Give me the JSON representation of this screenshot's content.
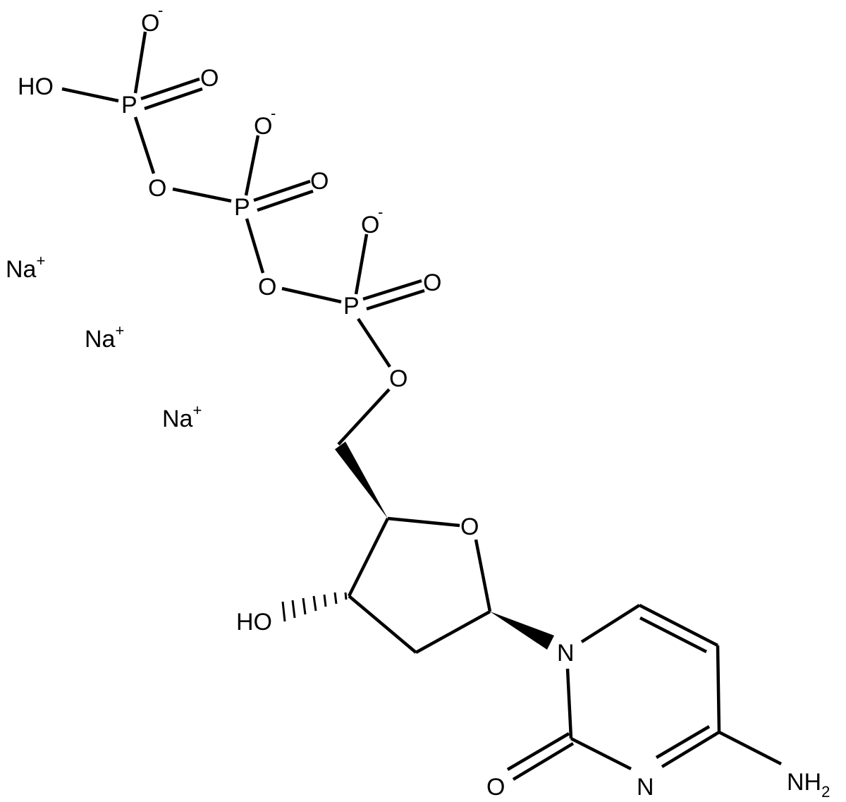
{
  "molecule": {
    "atoms": {
      "o_minus_1": "O",
      "ho_1": "HO",
      "p1": "P",
      "o_double_1": "O",
      "o_bridge_1": "O",
      "p2": "P",
      "o_minus_2": "O",
      "o_double_2": "O",
      "o_bridge_2": "O",
      "p3": "P",
      "o_minus_3": "O",
      "o_double_3": "O",
      "o_ester": "O",
      "o_ring": "O",
      "ho_3": "HO",
      "n1": "N",
      "n3": "N",
      "o_carbonyl": "O",
      "nh2": "NH",
      "nh2_sub": "2"
    },
    "charge_minus": "-",
    "counterions": [
      {
        "label": "Na",
        "charge": "+"
      },
      {
        "label": "Na",
        "charge": "+"
      },
      {
        "label": "Na",
        "charge": "+"
      }
    ]
  }
}
